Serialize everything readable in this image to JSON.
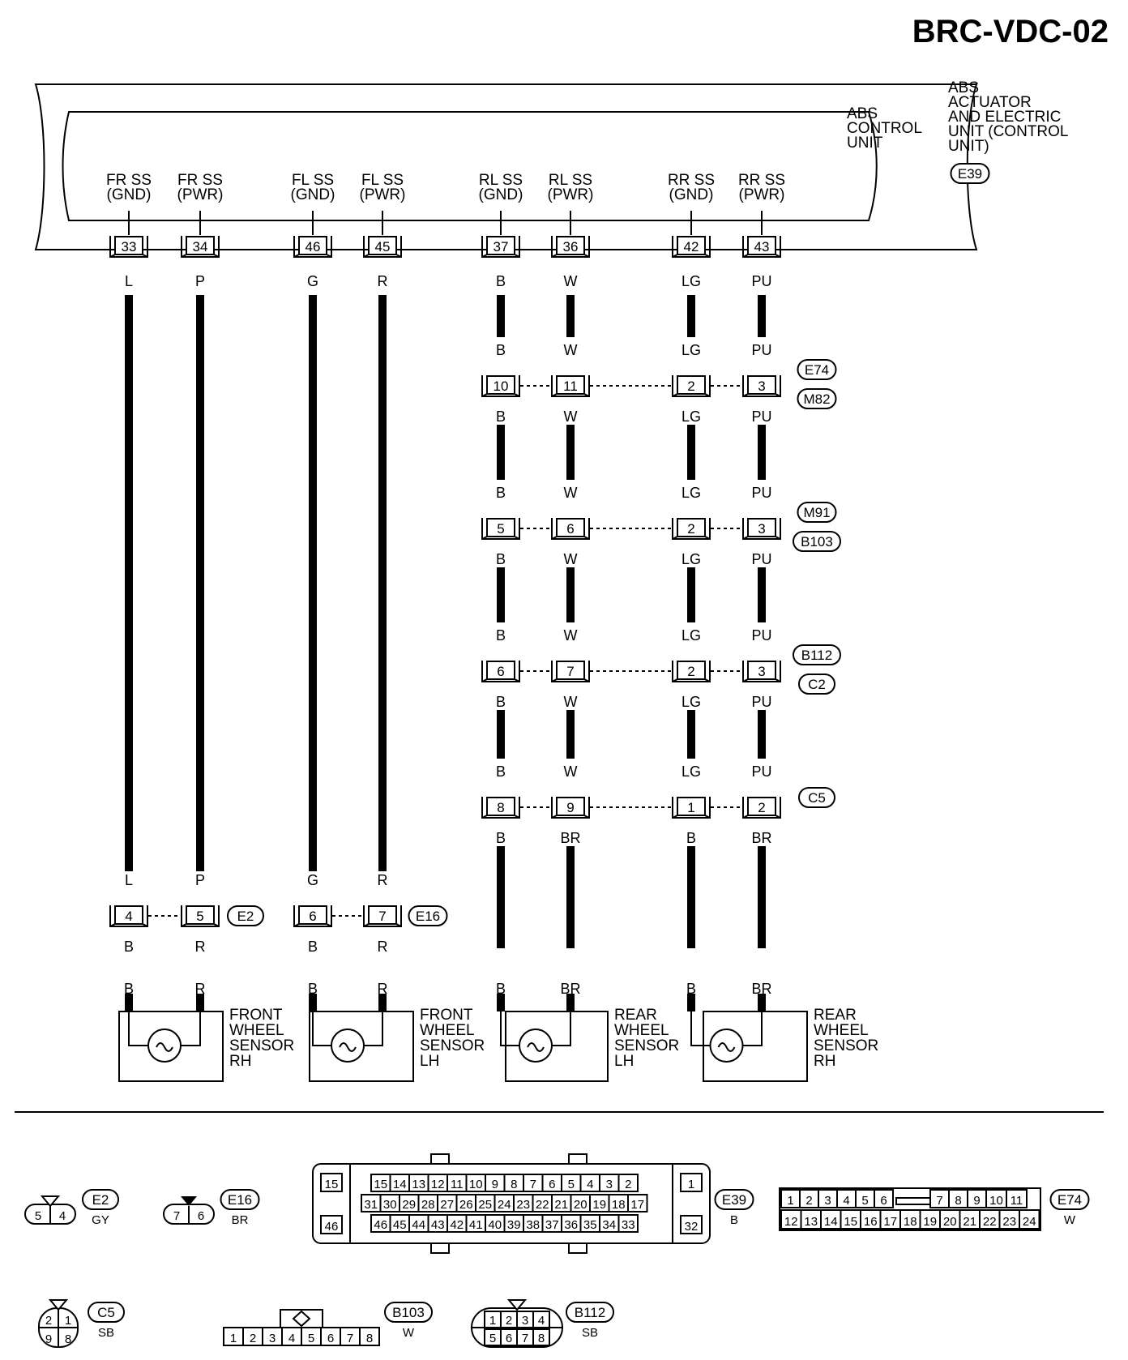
{
  "title": "BRC-VDC-02",
  "unit": {
    "outer_label": [
      "ABS",
      "ACTUATOR",
      "AND ELECTRIC",
      "UNIT (CONTROL",
      "UNIT)"
    ],
    "outer_connector": "E39",
    "inner_label": [
      "ABS",
      "CONTROL",
      "UNIT"
    ]
  },
  "terminals": [
    {
      "name": "FR SS",
      "type": "(GND)",
      "pin": "33",
      "wire": "L"
    },
    {
      "name": "FR SS",
      "type": "(PWR)",
      "pin": "34",
      "wire": "P"
    },
    {
      "name": "FL SS",
      "type": "(GND)",
      "pin": "46",
      "wire": "G"
    },
    {
      "name": "FL SS",
      "type": "(PWR)",
      "pin": "45",
      "wire": "R"
    },
    {
      "name": "RL SS",
      "type": "(GND)",
      "pin": "37",
      "wire": "B"
    },
    {
      "name": "RL SS",
      "type": "(PWR)",
      "pin": "36",
      "wire": "W"
    },
    {
      "name": "RR SS",
      "type": "(GND)",
      "pin": "42",
      "wire": "LG"
    },
    {
      "name": "RR SS",
      "type": "(PWR)",
      "pin": "43",
      "wire": "PU"
    }
  ],
  "rear_joints": [
    {
      "pins": [
        "10",
        "11",
        "2",
        "3"
      ],
      "above": [
        "B",
        "W",
        "LG",
        "PU"
      ],
      "below": [
        "B",
        "W",
        "LG",
        "PU"
      ],
      "tags": [
        "E74",
        "M82"
      ]
    },
    {
      "pins": [
        "5",
        "6",
        "2",
        "3"
      ],
      "above": [
        "B",
        "W",
        "LG",
        "PU"
      ],
      "below": [
        "B",
        "W",
        "LG",
        "PU"
      ],
      "tags": [
        "M91",
        "B103"
      ]
    },
    {
      "pins": [
        "6",
        "7",
        "2",
        "3"
      ],
      "above": [
        "B",
        "W",
        "LG",
        "PU"
      ],
      "below": [
        "B",
        "W",
        "LG",
        "PU"
      ],
      "tags": [
        "B112",
        "C2"
      ]
    },
    {
      "pins": [
        "8",
        "9",
        "1",
        "2"
      ],
      "above": [
        "B",
        "W",
        "LG",
        "PU"
      ],
      "below": [
        "B",
        "BR",
        "B",
        "BR"
      ],
      "tags": [
        "C5"
      ]
    }
  ],
  "front_joints": [
    {
      "pins": [
        "4",
        "5"
      ],
      "above": [
        "L",
        "P"
      ],
      "below": [
        "B",
        "R"
      ],
      "tag": "E2"
    },
    {
      "pins": [
        "6",
        "7"
      ],
      "above": [
        "G",
        "R"
      ],
      "below": [
        "B",
        "R"
      ],
      "tag": "E16"
    }
  ],
  "sensor_wires": [
    "B",
    "R",
    "B",
    "R",
    "B",
    "BR",
    "B",
    "BR"
  ],
  "sensors": [
    {
      "label": [
        "FRONT",
        "WHEEL",
        "SENSOR",
        "RH"
      ]
    },
    {
      "label": [
        "FRONT",
        "WHEEL",
        "SENSOR",
        "LH"
      ]
    },
    {
      "label": [
        "REAR",
        "WHEEL",
        "SENSOR",
        "LH"
      ]
    },
    {
      "label": [
        "REAR",
        "WHEEL",
        "SENSOR",
        "RH"
      ]
    }
  ],
  "connector_views": {
    "e2": {
      "id": "E2",
      "color": "GY",
      "pins": [
        "5",
        "4"
      ]
    },
    "e16": {
      "id": "E16",
      "color": "BR",
      "pins": [
        "7",
        "6"
      ]
    },
    "e39": {
      "id": "E39",
      "color": "B",
      "side_left": [
        "15",
        "46"
      ],
      "side_right": [
        "1",
        "32"
      ],
      "row1": [
        "15",
        "14",
        "13",
        "12",
        "11",
        "10",
        "9",
        "8",
        "7",
        "6",
        "5",
        "4",
        "3",
        "2"
      ],
      "row2": [
        "31",
        "30",
        "29",
        "28",
        "27",
        "26",
        "25",
        "24",
        "23",
        "22",
        "21",
        "20",
        "19",
        "18",
        "17"
      ],
      "row3": [
        "46",
        "45",
        "44",
        "43",
        "42",
        "41",
        "40",
        "39",
        "38",
        "37",
        "36",
        "35",
        "34",
        "33"
      ]
    },
    "e74": {
      "id": "E74",
      "color": "W",
      "row1": [
        "1",
        "2",
        "3",
        "4",
        "5",
        "6",
        "",
        "7",
        "8",
        "9",
        "10",
        "11"
      ],
      "row2": [
        "12",
        "13",
        "14",
        "15",
        "16",
        "17",
        "18",
        "19",
        "20",
        "21",
        "22",
        "23",
        "24"
      ]
    },
    "c5": {
      "id": "C5",
      "color": "SB",
      "top": [
        "2",
        "1"
      ],
      "bottom": [
        "9",
        "8"
      ]
    },
    "b103": {
      "id": "B103",
      "color": "W",
      "pins": [
        "1",
        "2",
        "3",
        "4",
        "5",
        "6",
        "7",
        "8"
      ]
    },
    "b112": {
      "id": "B112",
      "color": "SB",
      "top": [
        "1",
        "2",
        "3",
        "4"
      ],
      "bottom": [
        "5",
        "6",
        "7",
        "8"
      ]
    }
  }
}
